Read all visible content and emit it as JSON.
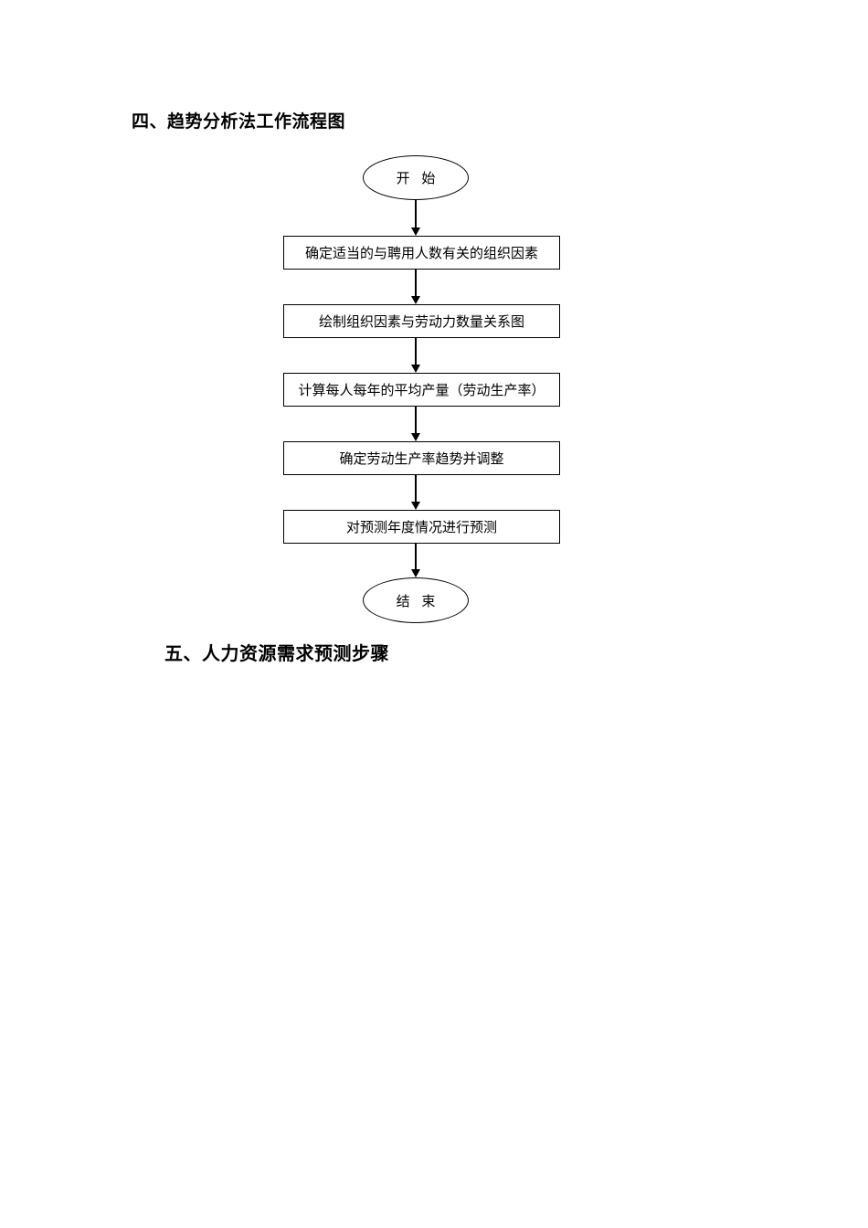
{
  "document": {
    "heading_section4": "四、趋势分析法工作流程图",
    "heading_section5": "五、人力资源需求预测步骤"
  },
  "flowchart": {
    "start_label": "开 始",
    "end_label": "结 束",
    "steps": [
      "确定适当的与聘用人数有关的组织因素",
      "绘制组织因素与劳动力数量关系图",
      "计算每人每年的平均产量（劳动生产率）",
      "确定劳动生产率趋势并调整",
      "对预测年度情况进行预测"
    ]
  },
  "colors": {
    "page_background": "#ffffff",
    "line_and_text": "#000000"
  }
}
